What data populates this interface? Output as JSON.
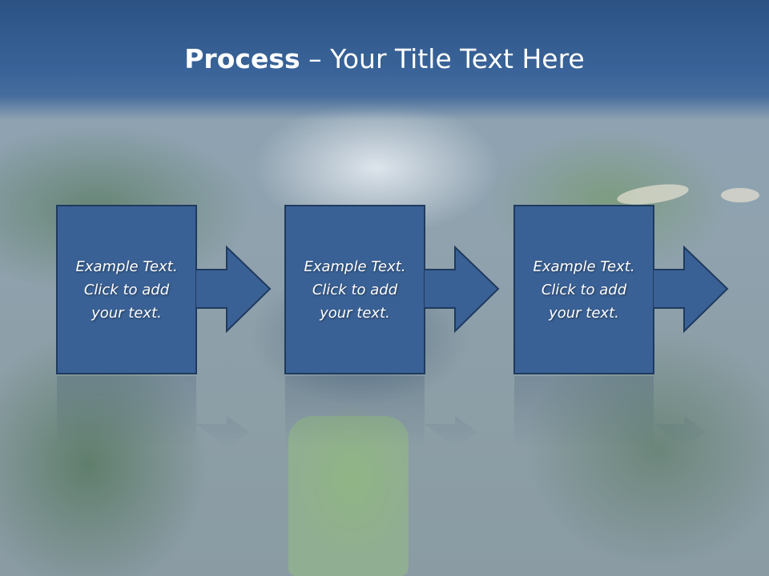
{
  "slide": {
    "title_bold": "Process",
    "title_rest": " – Your Title Text Here"
  },
  "steps": [
    {
      "text": "Example Text.\nClick  to add\nyour text."
    },
    {
      "text": "Example Text.\nClick  to add\nyour text."
    },
    {
      "text": "Example Text.\nClick  to add\nyour text."
    }
  ],
  "colors": {
    "title_bar": "#2c5284",
    "box_fill": "#3a6195",
    "box_border": "#1f3a5e",
    "text": "#ffffff"
  }
}
